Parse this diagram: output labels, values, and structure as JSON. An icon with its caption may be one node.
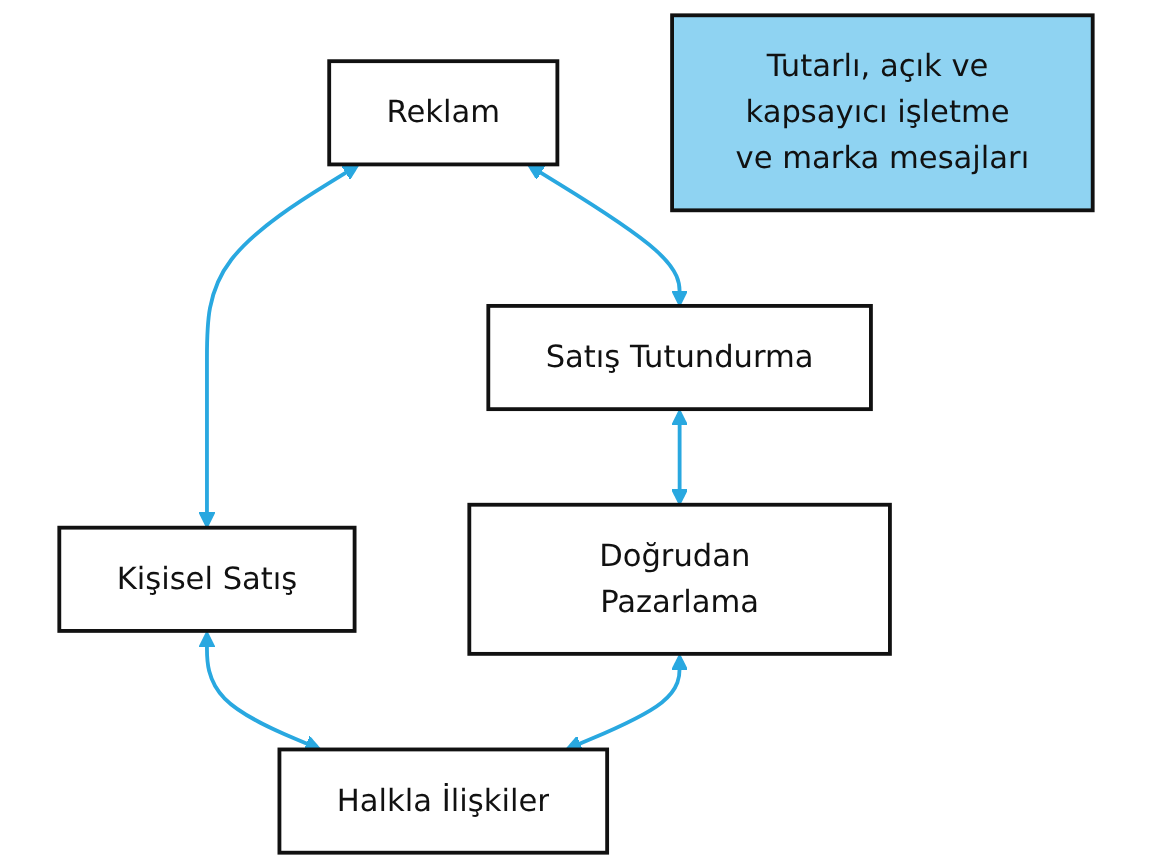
{
  "diagram": {
    "nodes": [
      {
        "text": [
          "Reklam"
        ]
      },
      {
        "text": [
          "Kişisel Satış"
        ]
      },
      {
        "text": [
          "Tutarlı, açık ve kapsayıcı işletme ve marka mesajları"
        ]
      },
      {
        "text": [
          "Satış Tutundurma"
        ]
      },
      {
        "text": [
          "Halkla İlişkiler"
        ]
      },
      {
        "text": [
          "Doğrudan Pazarlama"
        ]
      }
    ],
    "edges": [
      {
        "from": 0,
        "to": 1,
        "arrow": "both"
      },
      {
        "from": 0,
        "to": 3,
        "arrow": "both"
      },
      {
        "from": 1,
        "to": 4,
        "arrow": "both"
      },
      {
        "from": 3,
        "to": 5,
        "arrow": "both"
      },
      {
        "from": 5,
        "to": 4,
        "arrow": "both"
      }
    ]
  }
}
